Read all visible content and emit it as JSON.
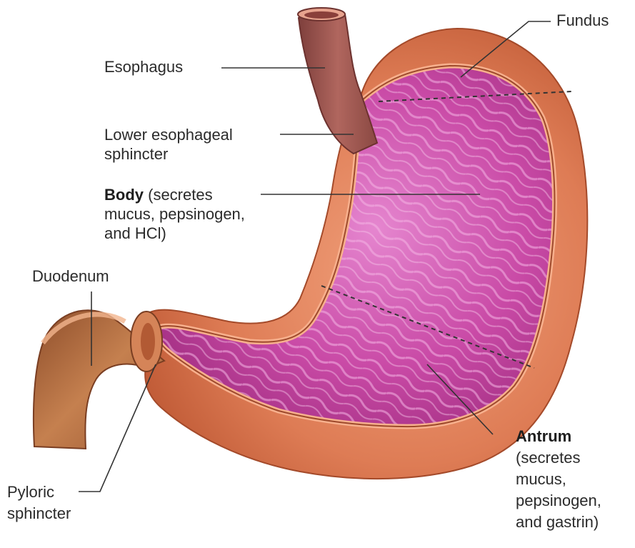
{
  "colors": {
    "outer_wall": "#d9744e",
    "outer_wall_dark": "#b8522f",
    "wall_highlight": "#f0a07a",
    "mucosa": "#c1389a",
    "mucosa_light": "#e27ac6",
    "esophagus": "#a25a54",
    "duodenum": "#b56a3e",
    "leader_line": "#333333"
  },
  "labels": {
    "fundus": "Fundus",
    "esophagus": "Esophagus",
    "les": [
      "Lower esophageal",
      "sphincter"
    ],
    "body": {
      "bold": "Body",
      "lines": [
        " (secretes",
        "mucus, pepsinogen,",
        "and HCl)"
      ]
    },
    "duodenum": "Duodenum",
    "antrum": {
      "bold": "Antrum",
      "lines": [
        "(secretes",
        "mucus,",
        "pepsinogen,",
        "and gastrin)"
      ]
    },
    "pyloric": [
      "Pyloric",
      "sphincter"
    ]
  }
}
